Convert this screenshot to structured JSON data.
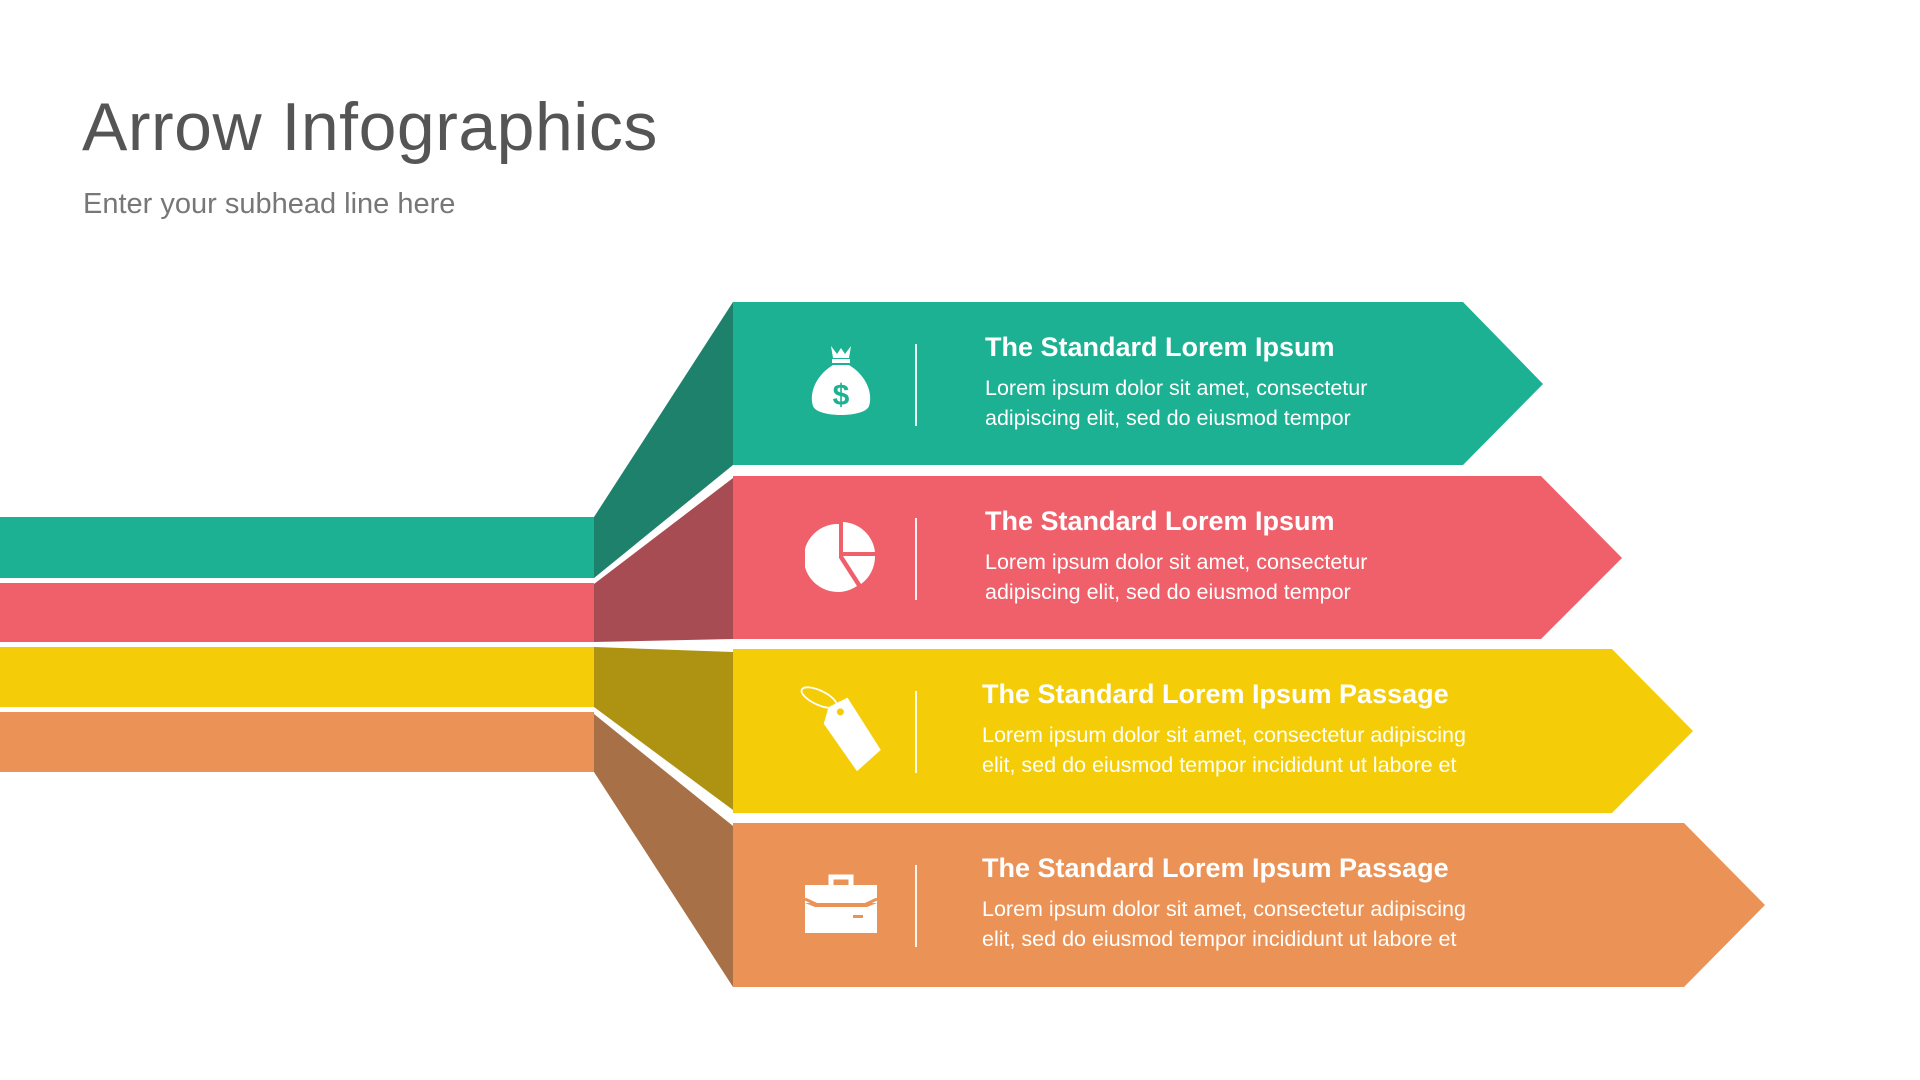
{
  "header": {
    "title": "Arrow Infographics",
    "subhead": "Enter your subhead line here"
  },
  "colors": {
    "teal": "#1BB192",
    "teal_dark": "#1E816B",
    "red": "#EF606B",
    "red_dark": "#A84C54",
    "yellow": "#F4CD08",
    "yellow_dark": "#AE9212",
    "orange": "#EB9356",
    "orange_dark": "#A87047"
  },
  "items": [
    {
      "icon": "money-bag-icon",
      "heading": "The Standard Lorem Ipsum",
      "line1": "Lorem ipsum dolor sit amet, consectetur",
      "line2": "adipiscing elit, sed do eiusmod tempor"
    },
    {
      "icon": "pie-chart-icon",
      "heading": "The Standard Lorem Ipsum",
      "line1": "Lorem ipsum dolor sit amet, consectetur",
      "line2": "adipiscing elit, sed do eiusmod tempor"
    },
    {
      "icon": "price-tag-icon",
      "heading": "The Standard Lorem Ipsum Passage",
      "line1": "Lorem ipsum dolor sit amet, consectetur adipiscing",
      "line2": "elit, sed do eiusmod tempor incididunt ut labore et"
    },
    {
      "icon": "briefcase-icon",
      "heading": "The Standard Lorem Ipsum Passage",
      "line1": "Lorem ipsum dolor sit amet, consectetur adipiscing",
      "line2": "elit, sed do eiusmod tempor incididunt ut labore et"
    }
  ]
}
